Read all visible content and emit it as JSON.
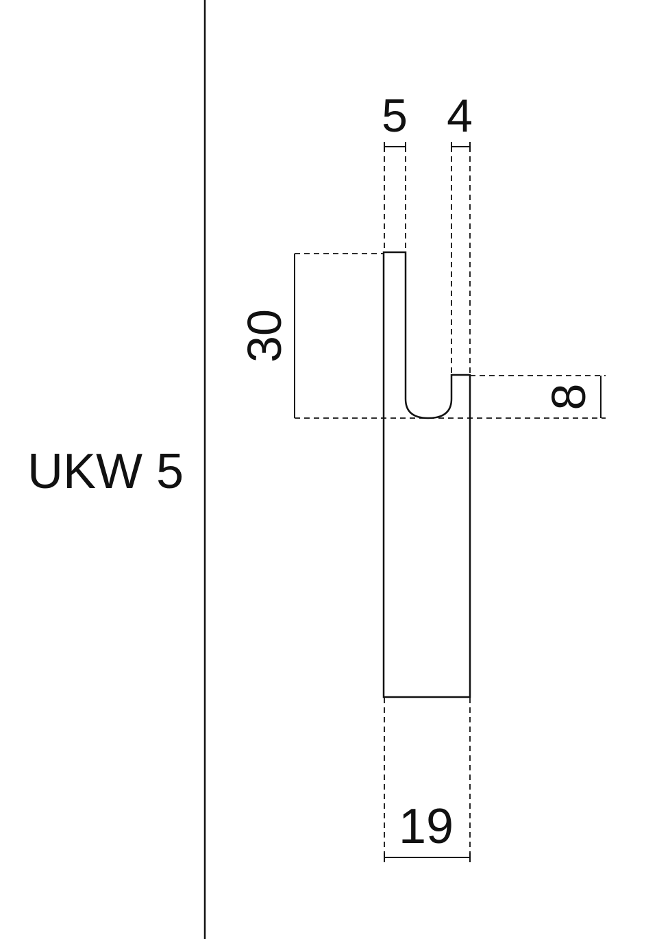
{
  "profile": {
    "label": "UKW 5"
  },
  "dimensions": {
    "top_left_width": "5",
    "top_right_width": "4",
    "left_height": "30",
    "right_height": "8",
    "bottom_width": "19"
  },
  "colors": {
    "line": "#111111",
    "background": "#ffffff"
  }
}
